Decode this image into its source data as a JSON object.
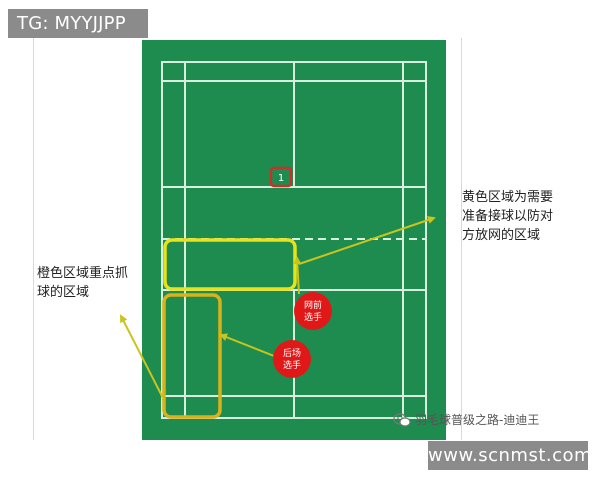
{
  "top_tag": "TG: MYYJJPP",
  "bottom_tag": "www.scnmst.com",
  "court": {
    "marker_label": "1",
    "front_player_label": [
      "网前",
      "选手"
    ],
    "back_player_label": [
      "后场",
      "选手"
    ]
  },
  "annotations": {
    "yellow_zone": [
      "黄色区域为需要",
      "准备接球以防对",
      "方放网的区域"
    ],
    "orange_zone": [
      "橙色区域重点抓",
      "球的区域"
    ]
  },
  "watermark": "羽毛球普级之路-迪迪王",
  "colors": {
    "court_green": "#1e8c4e",
    "court_line": "#d8efe0",
    "zone_yellow": "#e8e21a",
    "zone_orange": "#d9b21a",
    "player_red": "#e01818",
    "marker_red": "#c9302c",
    "arrow": "#c9c41e"
  },
  "icons": {
    "watermark_icon": "wechat-icon"
  }
}
